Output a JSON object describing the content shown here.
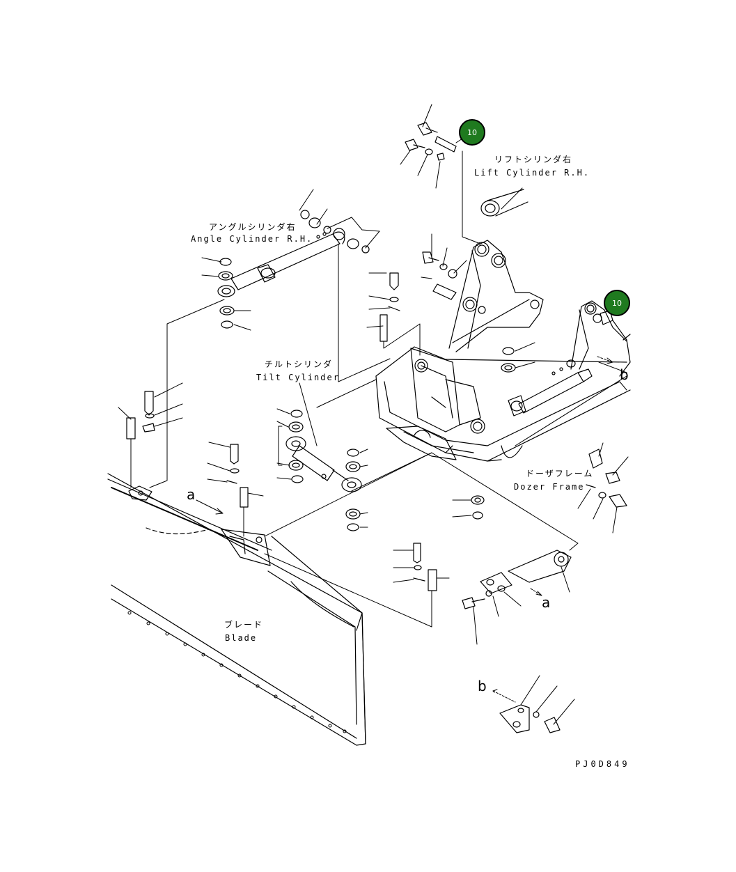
{
  "labels": {
    "lift_cylinder_jp": "リフトシリンダ右",
    "lift_cylinder_en": "Lift Cylinder R.H.",
    "angle_cylinder_jp": "アングルシリンダ右",
    "angle_cylinder_en": "Angle Cylinder R.H.",
    "tilt_cylinder_jp": "チルトシリンダ",
    "tilt_cylinder_en": "Tilt Cylinder",
    "dozer_frame_jp": "ドーザフレーム",
    "dozer_frame_en": "Dozer Frame",
    "blade_jp": "ブレード",
    "blade_en": "Blade",
    "drawing_code": "PJ0D849"
  },
  "view_markers": {
    "a_left": "a",
    "a_right": "a",
    "b_top": "b",
    "b_bottom": "b"
  },
  "callouts": [
    {
      "id": "callout-1",
      "number": "10"
    },
    {
      "id": "callout-2",
      "number": "10"
    }
  ],
  "colors": {
    "callout_fill": "#1f7a1f",
    "line": "#000000",
    "background": "#ffffff"
  }
}
